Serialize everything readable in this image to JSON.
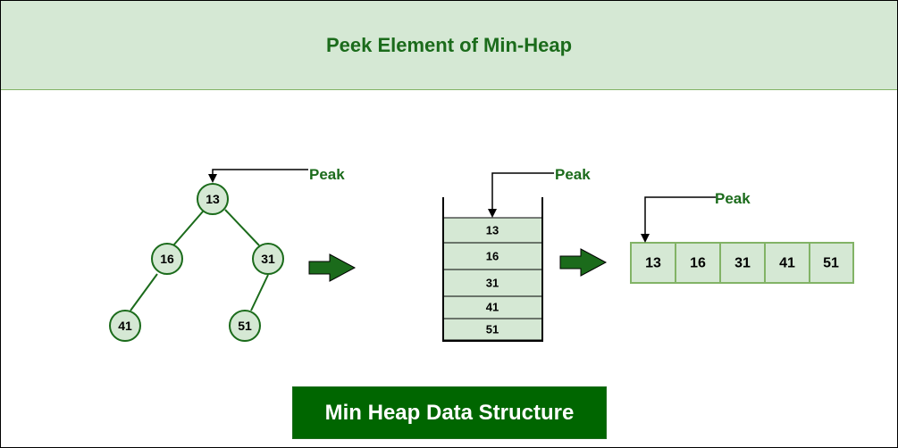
{
  "header": {
    "title": "Peek Element of Min-Heap"
  },
  "tree": {
    "root": "13",
    "left": "16",
    "right": "31",
    "left_left": "41",
    "right_left": "51"
  },
  "tree_peak_label": "Peak",
  "stack": {
    "values": [
      "13",
      "16",
      "31",
      "41",
      "51"
    ],
    "peak_label": "Peak"
  },
  "array": {
    "values": [
      "13",
      "16",
      "31",
      "41",
      "51"
    ],
    "peak_label": "Peak"
  },
  "caption": "Min Heap Data Structure",
  "colors": {
    "header_bg": "#d5e8d4",
    "node_fill": "#d5e8d4",
    "accent_green": "#1b6b1b",
    "caption_bg": "#006600"
  }
}
